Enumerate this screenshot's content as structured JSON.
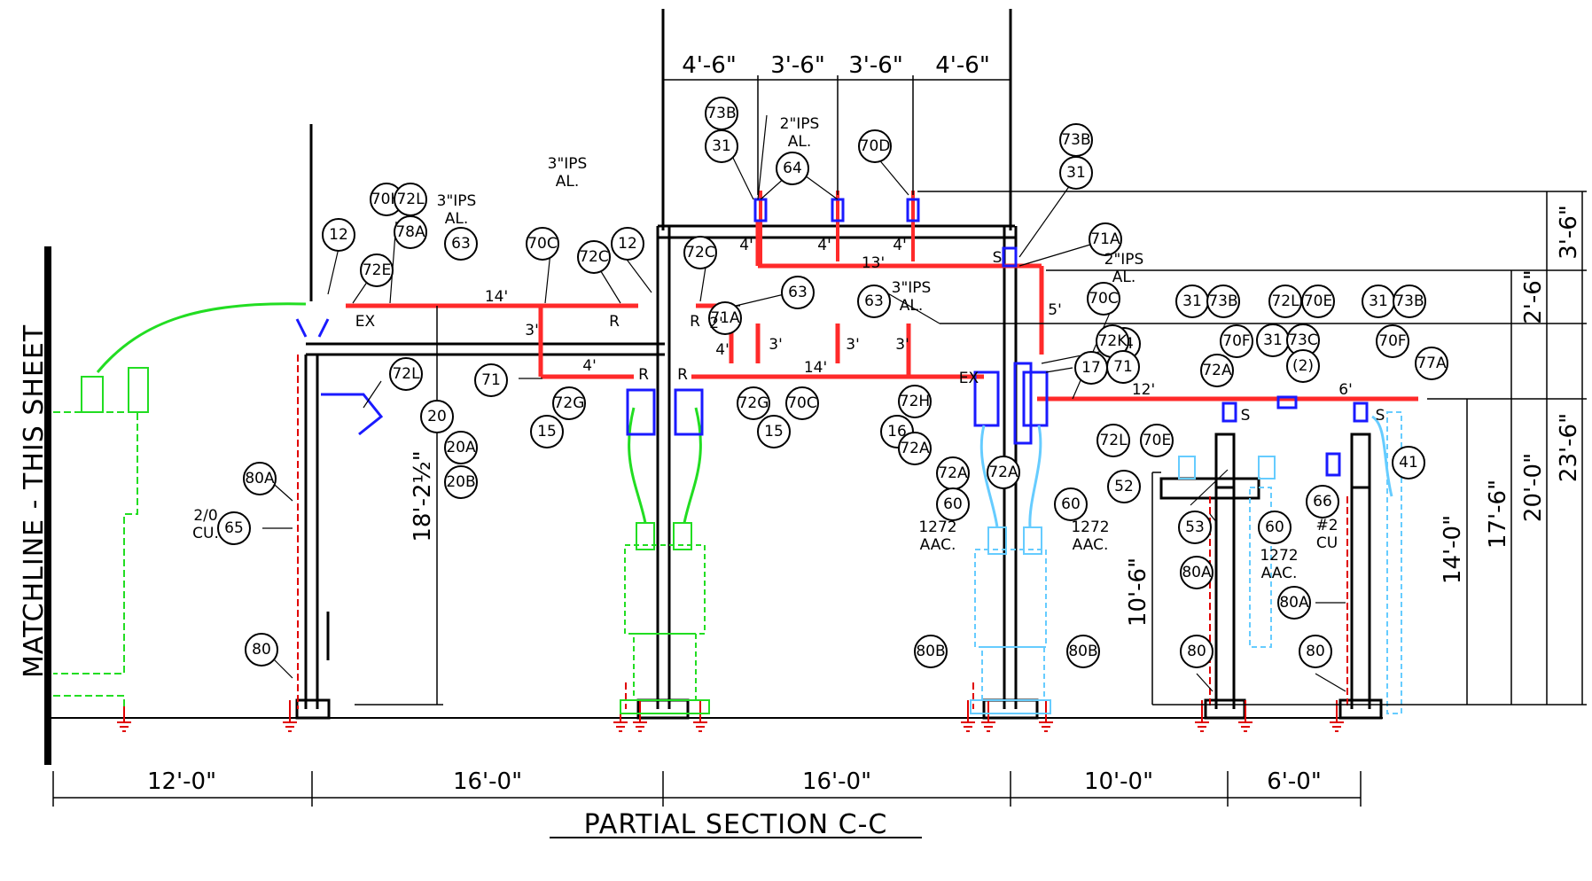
{
  "title": "PARTIAL SECTION C-C",
  "side_label": "MATCHLINE - THIS SHEET",
  "bottom_dims": [
    "12'-0\"",
    "16'-0\"",
    "16'-0\"",
    "10'-0\"",
    "6'-0\""
  ],
  "top_dims": [
    "4'-6\"",
    "3'-6\"",
    "3'-6\"",
    "4'-6\""
  ],
  "right_dims": [
    "3'-6\"",
    "2'-6\"",
    "23'-6\"",
    "20'-0\"",
    "17'-6\"",
    "14'-0\"",
    "10'-6\""
  ],
  "left_dim": "18'-2½\"",
  "bubbles": [
    "12",
    "70H",
    "72L",
    "78A",
    "63",
    "72E",
    "70C",
    "72C",
    "12",
    "72C",
    "63",
    "73B",
    "31",
    "64",
    "70D",
    "73B",
    "31",
    "71A",
    "71",
    "71A",
    "63",
    "70C",
    "64",
    "72K",
    "71",
    "72L",
    "20",
    "20A",
    "20B",
    "80A",
    "65",
    "80",
    "72G",
    "15",
    "72G",
    "15",
    "70C",
    "72H",
    "16",
    "17",
    "72A",
    "72A",
    "72A",
    "60",
    "60",
    "80B",
    "80B",
    "31",
    "73B",
    "72L",
    "70E",
    "31",
    "73B",
    "72A",
    "70F",
    "31",
    "73C",
    "(2)",
    "70F",
    "77A",
    "72L",
    "70E",
    "52",
    "53",
    "60",
    "66",
    "41",
    "80A",
    "80A",
    "80",
    "80"
  ],
  "pipe_notes": [
    {
      "line1": "3\"IPS",
      "line2": "AL."
    },
    {
      "line1": "3\"IPS",
      "line2": "AL."
    },
    {
      "line1": "2\"IPS",
      "line2": "AL."
    },
    {
      "line1": "3\"IPS",
      "line2": "AL."
    },
    {
      "line1": "2\"IPS",
      "line2": "AL."
    }
  ],
  "conductor_notes": [
    {
      "line1": "2/0",
      "line2": "CU."
    },
    {
      "line1": "1272",
      "line2": "AAC."
    },
    {
      "line1": "1272",
      "line2": "AAC."
    },
    {
      "line1": "1272",
      "line2": "AAC."
    },
    {
      "line1": "#2",
      "line2": "CU"
    }
  ],
  "bus_dims": [
    "14'",
    "3'",
    "4'",
    "2'",
    "4'",
    "3'",
    "14'",
    "3'",
    "3'",
    "4'",
    "4'",
    "4'",
    "13'",
    "5'",
    "12'",
    "6'"
  ],
  "markers": [
    "EX",
    "R",
    "R",
    "R",
    "R",
    "S",
    "EX",
    "S",
    "S"
  ],
  "colors": {
    "bus": "#ff2a2a",
    "structure": "#000000",
    "ground": "#e00000",
    "green_equip": "#22dd22",
    "blue_equip": "#1a1aff",
    "cyan_equip": "#66ccff"
  }
}
